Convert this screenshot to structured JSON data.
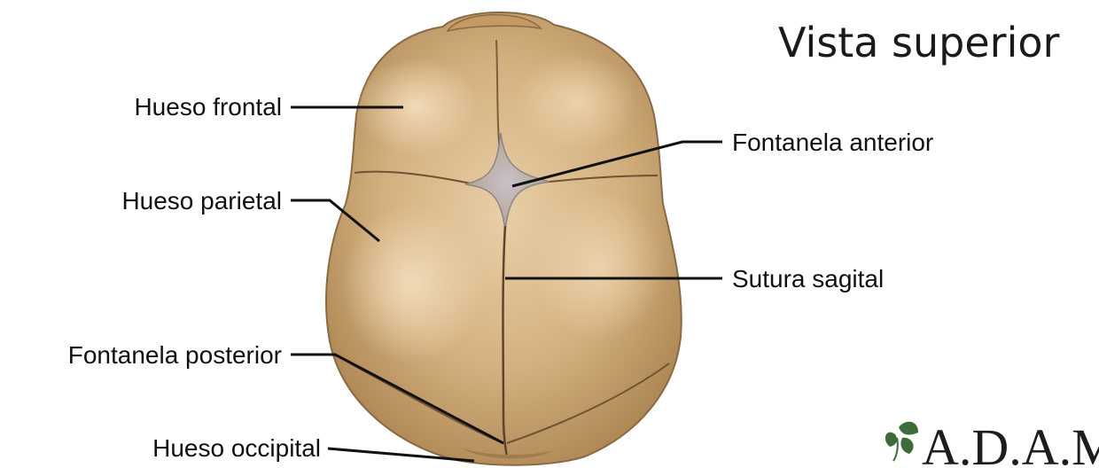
{
  "title": "Vista superior",
  "labels": {
    "frontal_bone": "Hueso frontal",
    "parietal_bone": "Hueso parietal",
    "posterior_fontanelle": "Fontanela posterior",
    "occipital_bone": "Hueso occipital",
    "anterior_fontanelle": "Fontanela anterior",
    "sagittal_suture": "Sutura sagital"
  },
  "logo": {
    "text": "A.D.A.M."
  },
  "colors": {
    "bone_light": "#e0c39a",
    "bone_mid": "#c8a272",
    "bone_dark": "#9c7a52",
    "fontanelle": "#b8b0b8",
    "logo_leaf": "#3e6b3a"
  }
}
